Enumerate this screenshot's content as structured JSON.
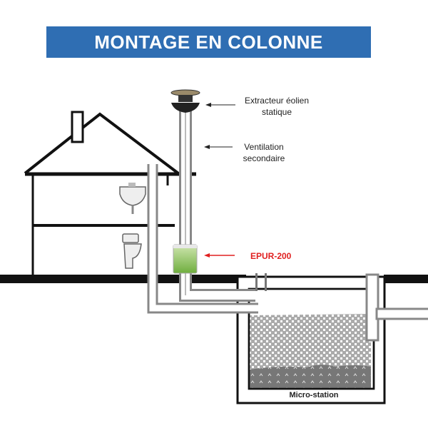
{
  "title": "MONTAGE EN COLONNE",
  "labels": {
    "extractor_line1": "Extracteur éolien",
    "extractor_line2": "statique",
    "ventilation_line1": "Ventilation",
    "ventilation_line2": "secondaire",
    "epur": "EPUR-200",
    "micro_station": "Micro-station"
  },
  "colors": {
    "banner": "#2f6eb3",
    "epur_label": "#e02020",
    "canister": "#7fbf4a"
  }
}
